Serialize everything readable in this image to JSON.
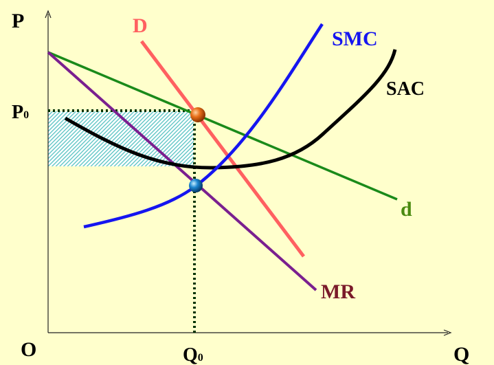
{
  "axes": {
    "y_label": "P",
    "x_label": "Q",
    "origin_label": "O",
    "price_tick": "P",
    "price_tick_sub": "0",
    "quantity_tick": "Q",
    "quantity_tick_sub": "0"
  },
  "curves": {
    "D": "D",
    "SMC": "SMC",
    "SAC": "SAC",
    "d": "d",
    "MR": "MR"
  },
  "colors": {
    "background": "#FFFFCC",
    "D": "#FF6060",
    "SMC": "#1515F0",
    "SAC": "#000000",
    "d": "#1A8A1A",
    "MR": "#7A1F8F",
    "MR_label": "#7A1A2A",
    "d_label": "#4A8A10",
    "profit_area": "#66CCCC",
    "guide_lines": "#003300"
  }
}
